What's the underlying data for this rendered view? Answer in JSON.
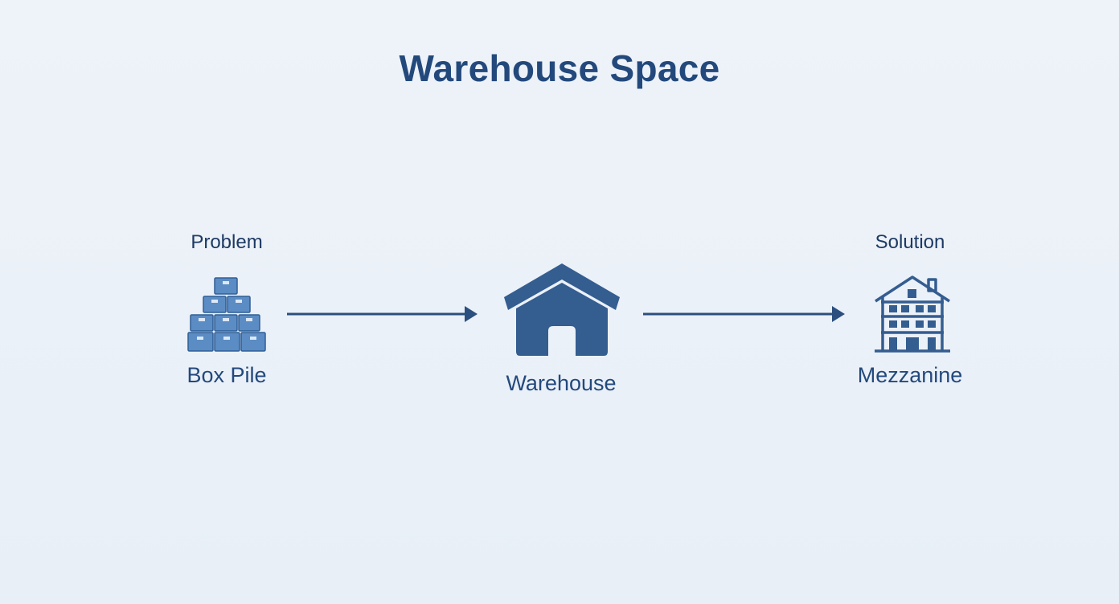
{
  "diagram": {
    "title": "Warehouse Space",
    "colors": {
      "primary": "#23497c",
      "icon_fill": "#5b8cc4",
      "icon_stroke": "#2f5f96",
      "house_fill": "#345d90",
      "arrow": "#2b4f7e",
      "background": "#edf2f8"
    },
    "nodes": [
      {
        "id": "problem",
        "top_label": "Problem",
        "bottom_label": "Box Pile",
        "icon": "box-pile-icon"
      },
      {
        "id": "center",
        "top_label": "",
        "bottom_label": "Warehouse",
        "icon": "house-icon"
      },
      {
        "id": "solution",
        "top_label": "Solution",
        "bottom_label": "Mezzanine",
        "icon": "mezzanine-building-icon"
      }
    ],
    "edges": [
      {
        "from": "problem",
        "to": "center"
      },
      {
        "from": "center",
        "to": "solution"
      }
    ]
  }
}
